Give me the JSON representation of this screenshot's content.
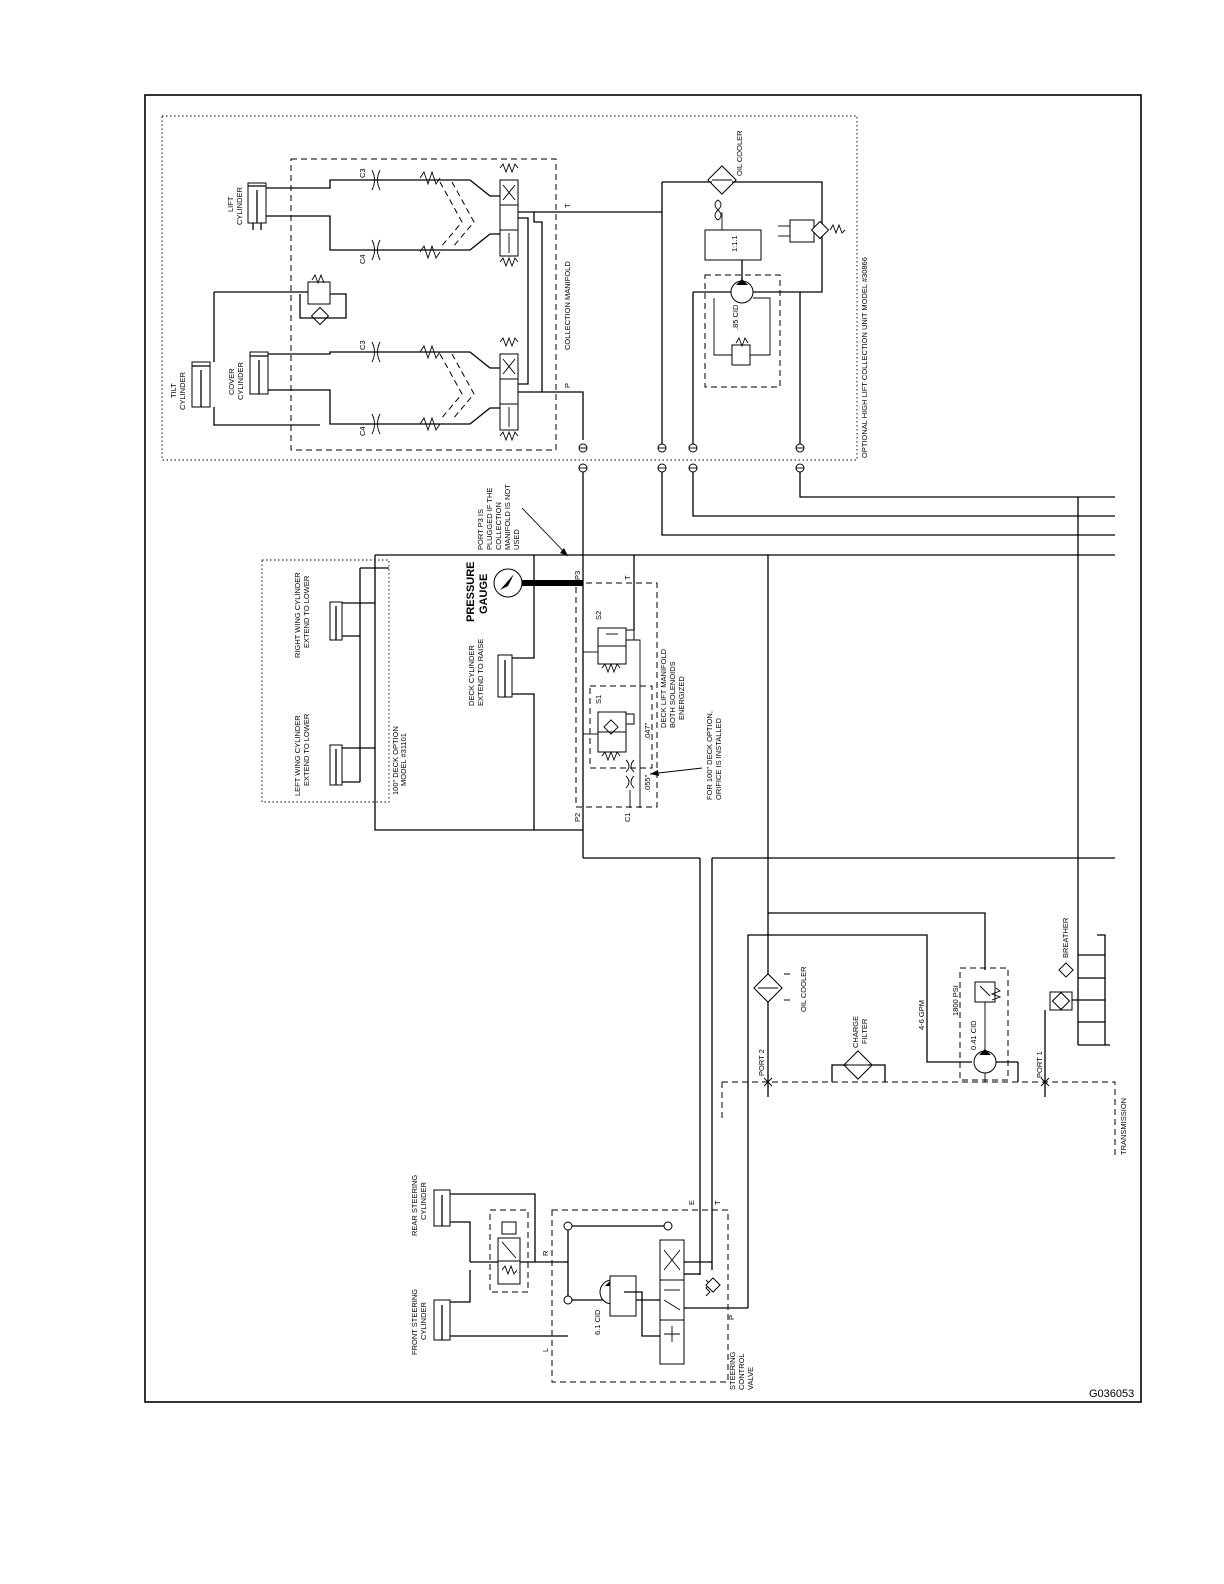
{
  "document": {
    "drawing_number": "G036053"
  },
  "labels": {
    "lift_cylinder": [
      "LIFT",
      "CYLINDER"
    ],
    "tilt_cylinder": [
      "TILT",
      "CYLINDER"
    ],
    "cover_cylinder": [
      "COVER",
      "CYLINDER"
    ],
    "collection_manifold": "COLLECTION MANIFOLD",
    "oil_cooler_top": "OIL COOLER",
    "optional_unit": "OPTIONAL HIGH LIFT COLLECTION UNIT MODEL #30866",
    "ratio": "1:1.1",
    "pump_85": ".85 CID",
    "port_p3_note": [
      "PORT P3 IS",
      "PLUGGED IF THE",
      "COLLECTION",
      "MANIFOLD IS NOT",
      "USED"
    ],
    "pressure_gauge": [
      "PRESSURE",
      "GAUGE"
    ],
    "right_wing": [
      "RIGHT WING CYLINDER",
      "EXTEND TO LOWER"
    ],
    "left_wing": [
      "LEFT WING CYLINDER",
      "EXTEND TO LOWER"
    ],
    "deck_option": [
      "100\" DECK OPTION",
      "MODEL #31101"
    ],
    "deck_cylinder": [
      "DECK CYLINDER",
      "EXTEND TO RAISE"
    ],
    "deck_lift_manifold": [
      "DECK LIFT MANIFOLD",
      "BOTH SOLENOIDS",
      "ENERGIZED"
    ],
    "orifice_note": [
      "FOR 100\" DECK OPTION,",
      "ORIFICE IS INSTALLED"
    ],
    "orifice_047": ".047\"",
    "orifice_055": ".055\"",
    "s1": "S1",
    "s2": "S2",
    "port_p3": "P3",
    "port_p2": "P2",
    "port_c1": "C1",
    "port_t_deck": "T",
    "port_t_top": "T",
    "port_p_top": "P",
    "c3_a": "C3",
    "c4_a": "C4",
    "c3_b": "C3",
    "c4_b": "C4",
    "oil_cooler_lower": "OIL COOLER",
    "charge_filter": [
      "CHARGE",
      "FILTER"
    ],
    "gpm": "4-6 GPM",
    "psi": "1800 PSI",
    "cid_041": "0.41 CID",
    "breather": "BREATHER",
    "port2": "PORT 2",
    "port1": "PORT 1",
    "transmission": "TRANSMISSION",
    "rear_steering": [
      "REAR STEERING",
      "CYLINDER"
    ],
    "front_steering": [
      "FRONT STEERING",
      "CYLINDER"
    ],
    "steering_valve": [
      "STEERING",
      "CONTROL",
      "VALVE"
    ],
    "cid_61": "6.1 CID",
    "port_r": "R",
    "port_l": "L",
    "port_e": "E",
    "port_t_steer": "T",
    "port_p_steer": "P"
  }
}
